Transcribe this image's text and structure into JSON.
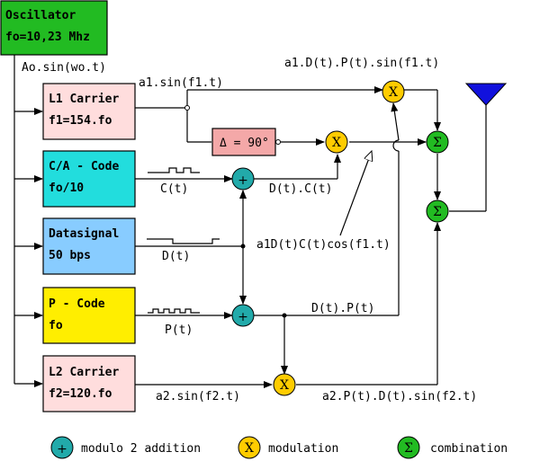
{
  "colors": {
    "oscillator": "#22bb22",
    "carrier": "#ffdddd",
    "ca_code": "#22dddd",
    "datasignal": "#88ccff",
    "p_code": "#ffee00",
    "phase_box": "#f4a8a8",
    "adder": "#22aaaa",
    "modulator": "#ffcc00",
    "combiner": "#22bb22",
    "antenna": "#1111dd"
  },
  "blocks": {
    "oscillator": [
      "Oscillator",
      "fo=10,23 Mhz"
    ],
    "l1_carrier": [
      "L1 Carrier",
      "f1=154.fo"
    ],
    "ca_code": [
      "C/A - Code",
      "fo/10"
    ],
    "datasignal": [
      "Datasignal",
      "50 bps"
    ],
    "p_code": [
      "P - Code",
      "fo"
    ],
    "l2_carrier": [
      "L2 Carrier",
      "f2=120.fo"
    ],
    "phase_shift": "Δ = 90°"
  },
  "symbols": {
    "adder": "+",
    "modulator": "X",
    "combiner": "Σ"
  },
  "signals": {
    "osc_out": "Ao.sin(wo.t)",
    "l1_out": "a1.sin(f1.t)",
    "l1_mod_out": "a1.D(t).P(t).sin(f1.t)",
    "ca_out": "C(t)",
    "dc": "D(t).C(t)",
    "a1dc": "a1D(t)C(t)cos(f1.t)",
    "d_out": "D(t)",
    "p_out": "P(t)",
    "dp": "D(t).P(t)",
    "l2_out": "a2.sin(f2.t)",
    "l2_mod_out": "a2.P(t).D(t).sin(f2.t)"
  },
  "legend": {
    "adder": "modulo 2 addition",
    "modulator": "modulation",
    "combiner": "combination"
  }
}
